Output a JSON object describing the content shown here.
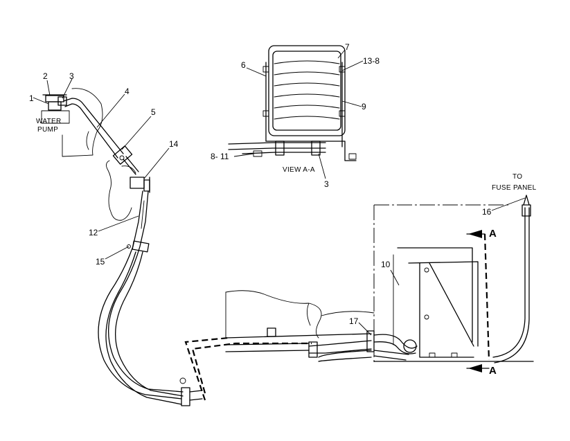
{
  "callouts": {
    "c1": "1",
    "c2": "2",
    "c3_top": "3",
    "c4": "4",
    "c5": "5",
    "c14": "14",
    "c12": "12",
    "c15": "15",
    "c6": "6",
    "c7": "7",
    "c13_8": "13-8",
    "c9": "9",
    "c8_11": "8- 11",
    "c3_view": "3",
    "c16": "16",
    "c10": "10",
    "c17": "17"
  },
  "labels": {
    "water": "WATER",
    "pump": "PUMP",
    "view_aa": "VIEW A-A",
    "to": "TO",
    "fuse_panel": "FUSE PANEL",
    "section_top": "A",
    "section_bottom": "A"
  }
}
